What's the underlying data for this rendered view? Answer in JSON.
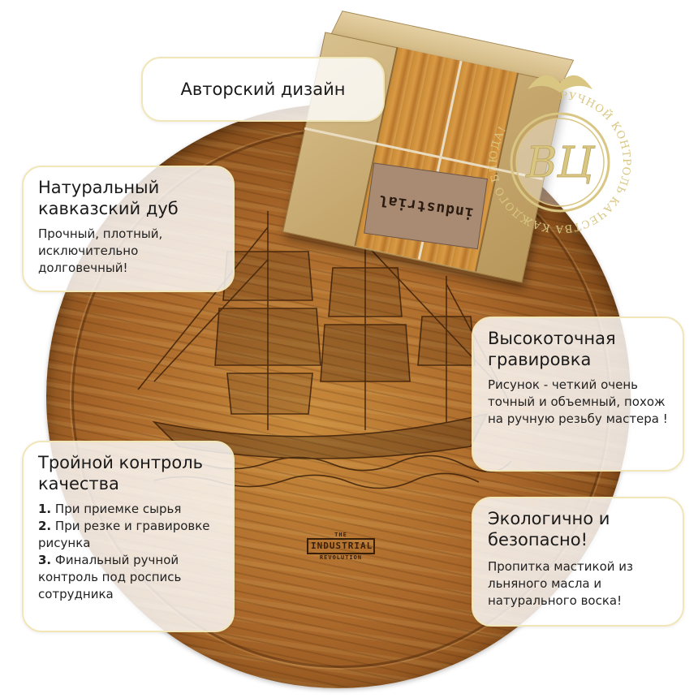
{
  "callouts": {
    "design": {
      "title": "Авторский дизайн"
    },
    "oak": {
      "title": "Натуральный кавказский дуб",
      "body": "Прочный, плотный, исключительно долговечный!"
    },
    "engraving": {
      "title": "Высокоточная гравировка",
      "body": "Рисунок  - четкий очень точный и объемный, похож на ручную резьбу мастера !"
    },
    "quality": {
      "title": "Тройной контроль качества",
      "items": [
        {
          "num": "1.",
          "text": " При приемке сырья"
        },
        {
          "num": "2.",
          "text": " При резке и гравировке рисунка"
        },
        {
          "num": "3.",
          "text": " Финальный ручной контроль под роспись сотрудника"
        }
      ]
    },
    "eco": {
      "title": "Экологично и безопасно!",
      "body": "Пропитка мастикой из льняного масла и натурального воска!"
    }
  },
  "seal": {
    "monogram": "ВЦ",
    "ring_text": "РУЧНОЙ КОНТРОЛЬ КАЧЕСТВА КАЖДОГО БЛЮДА!",
    "color": "#d9c682"
  },
  "board_brand": {
    "line1": "THE",
    "line2": "INDUSTRIAL",
    "line3": "REVOLUTION"
  },
  "package_tag": "industrial"
}
